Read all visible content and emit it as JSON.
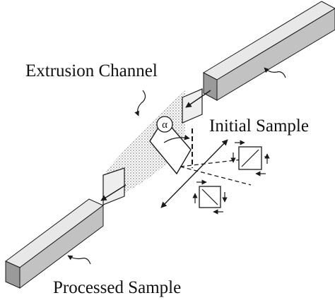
{
  "labels": {
    "extrusion_channel": "Extrusion Channel",
    "initial_sample": "Initial Sample",
    "processed_sample": "Processed Sample",
    "angle": "α"
  },
  "colors": {
    "bar_light": "#e6e6e6",
    "bar_mid": "#bdbdbd",
    "bar_dark": "#8c8c8c",
    "line": "#1a1a1a",
    "channel_fill": "#cfcfcf"
  },
  "icons": [
    "angle-marker-icon",
    "shear-square-icon",
    "arrow-icon"
  ]
}
